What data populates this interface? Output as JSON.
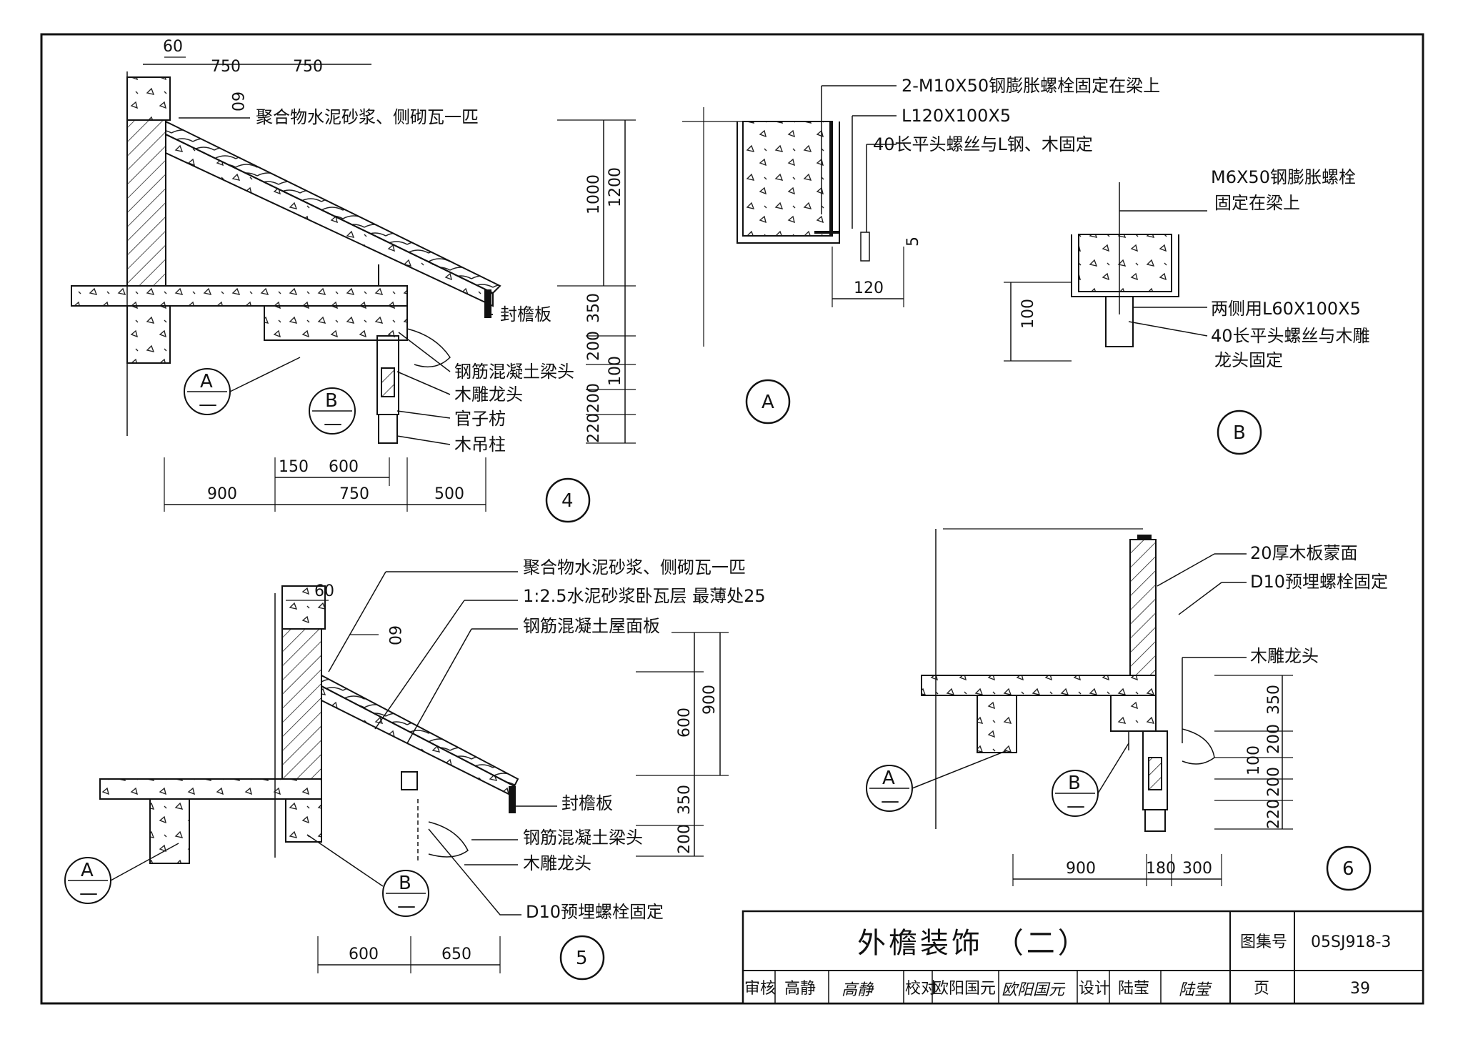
{
  "title_block": {
    "title": "外檐装饰  （二）",
    "atlas_label": "图集号",
    "atlas_no": "05SJ918-3",
    "review_label": "审核",
    "reviewer": "高静",
    "reviewer_sign": "高静",
    "check_label": "校对",
    "checker": "欧阳国元",
    "checker_sign": "欧阳国元",
    "design_label": "设计",
    "designer": "陆莹",
    "designer_sign": "陆莹",
    "page_label": "页",
    "page_no": "39"
  },
  "detail4": {
    "id": "4",
    "labels": {
      "mortar": "聚合物水泥砂浆、侧砌瓦一匹",
      "fascia": "封檐板",
      "beam_head": "钢筋混凝土梁头",
      "dragon": "木雕龙头",
      "guanzifang": "官子枋",
      "pillar": "木吊柱"
    },
    "dims": {
      "top_60": "60",
      "top_750a": "750",
      "top_750b": "750",
      "v_60": "60",
      "v_1000": "1000",
      "v_1200": "1200",
      "v_350": "350",
      "v_200a": "200",
      "v_100": "100",
      "v_200b": "200",
      "v_220": "220",
      "b_150": "150",
      "b_600": "600",
      "b_900": "900",
      "b_750": "750",
      "b_500": "500"
    },
    "refA": "A",
    "refB": "B",
    "dash": "—"
  },
  "detailA": {
    "id": "A",
    "labels": {
      "bolt": "2-M10X50钢膨胀螺栓固定在梁上",
      "angle": "L120X100X5",
      "screw": "40长平头螺丝与L钢、木固定"
    },
    "dims": {
      "d_120": "120",
      "d_5": "5"
    }
  },
  "detailB": {
    "id": "B",
    "labels": {
      "bolt": "M6X50钢膨胀螺栓",
      "bolt2": "固定在梁上",
      "angle": "两侧用L60X100X5",
      "screw": "40长平头螺丝与木雕",
      "screw2": "龙头固定"
    },
    "dims": {
      "d_100": "100"
    }
  },
  "detail5": {
    "id": "5",
    "labels": {
      "mortar": "聚合物水泥砂浆、侧砌瓦一匹",
      "bed": "1:2.5水泥砂浆卧瓦层  最薄处25",
      "slab": "钢筋混凝土屋面板",
      "fascia": "封檐板",
      "beam_head": "钢筋混凝土梁头",
      "dragon": "木雕龙头",
      "bolt": "D10预埋螺栓固定"
    },
    "dims": {
      "top_60": "60",
      "v_60": "60",
      "v_600": "600",
      "v_900": "900",
      "v_350": "350",
      "v_200": "200",
      "b_600": "600",
      "b_650": "650"
    },
    "refA": "A",
    "refB": "B",
    "dash": "—"
  },
  "detail6": {
    "id": "6",
    "labels": {
      "board": "20厚木板蒙面",
      "bolt": "D10预埋螺栓固定",
      "dragon": "木雕龙头"
    },
    "dims": {
      "v_350": "350",
      "v_200a": "200",
      "v_100": "100",
      "v_200b": "200",
      "v_220": "220",
      "b_900": "900",
      "b_180": "180",
      "b_300": "300"
    },
    "refA": "A",
    "refB": "B",
    "dash": "—"
  }
}
